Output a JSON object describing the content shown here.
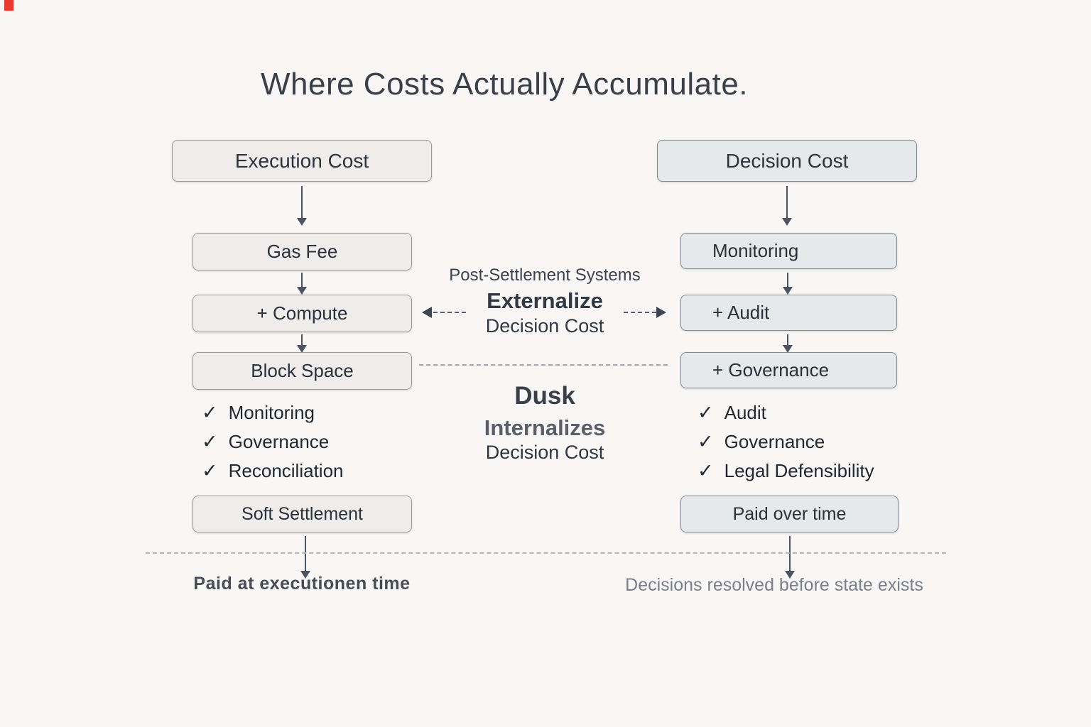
{
  "title": "Where Costs Actually Accumulate.",
  "left_column": {
    "header": "Execution Cost",
    "flow": [
      "Gas Fee",
      "+ Compute",
      "Block Space"
    ],
    "checklist": [
      "Monitoring",
      "Governance",
      "Reconciliation"
    ],
    "result_box": "Soft Settlement",
    "caption": "Paid at executionen time"
  },
  "right_column": {
    "header": "Decision Cost",
    "flow": [
      "Monitoring",
      "+ Audit",
      "+ Governance"
    ],
    "checklist": [
      "Audit",
      "Governance",
      "Legal Defensibility"
    ],
    "result_box": "Paid over time",
    "caption": "Decisions resolved before state exists"
  },
  "center": {
    "externalize_line1": "Post-Settlement Systems",
    "externalize_line2": "Externalize",
    "externalize_line3": "Decision Cost",
    "internalize_line1": "Dusk",
    "internalize_line2": "Internalizes",
    "internalize_line3": "Decision Cost"
  },
  "icons": {
    "check": "✓"
  },
  "colors": {
    "background": "#f8f7f6",
    "left_box_fill": "#efedeb",
    "right_box_fill": "#e5e9ea",
    "box_border": "#90959a",
    "arrow": "#4d545e",
    "dashed_line": "#9aa0a6",
    "text_dark": "#2e333b",
    "text_muted": "#7b7f86",
    "red_mark": "#e63b2e"
  }
}
